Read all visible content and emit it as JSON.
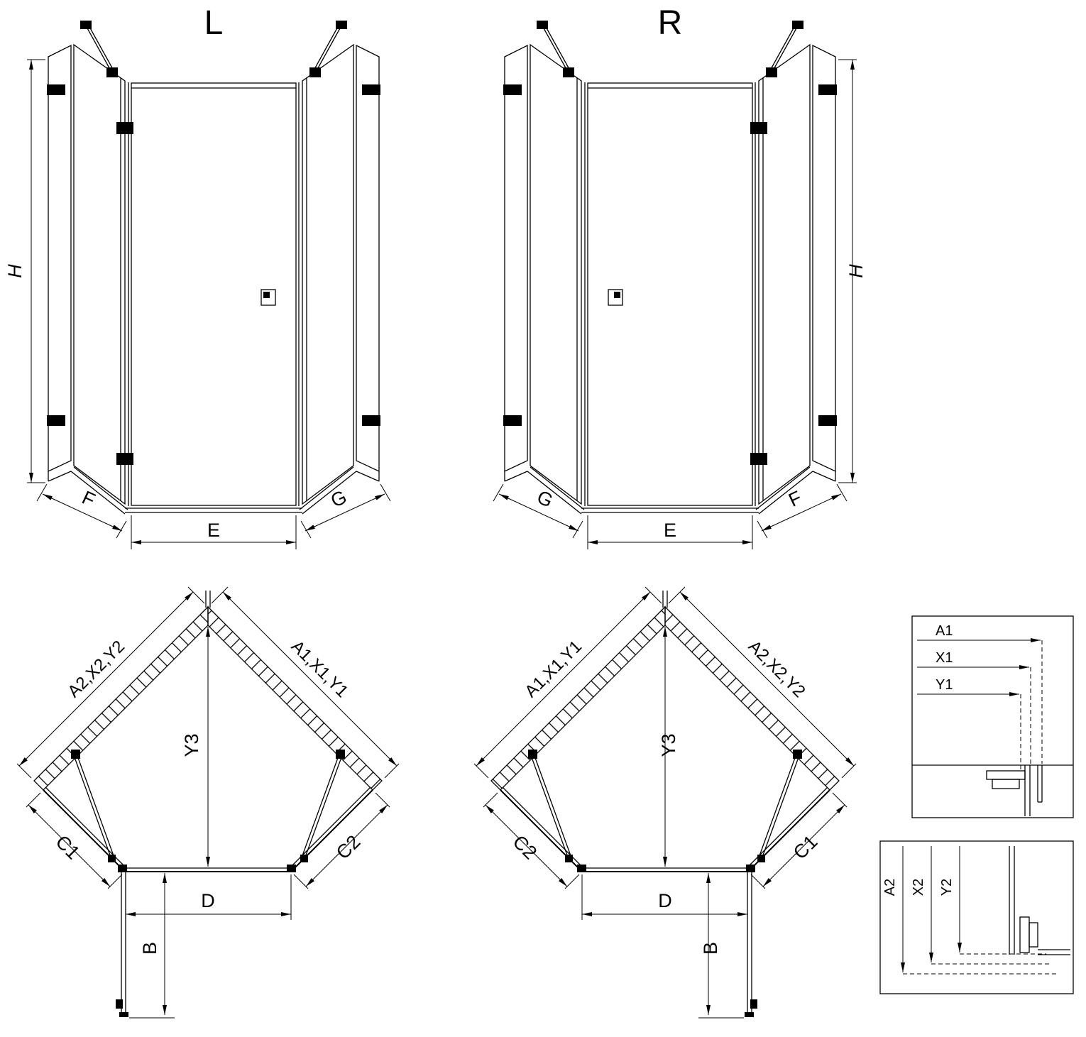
{
  "page": {
    "background_color": "#ffffff",
    "line_color": "#000000"
  },
  "views": {
    "left_3d": {
      "title": "L",
      "height_label": "H",
      "left_base_label": "F",
      "center_base_label": "E",
      "right_base_label": "G"
    },
    "right_3d": {
      "title": "R",
      "height_label": "H",
      "left_base_label": "G",
      "center_base_label": "E",
      "right_base_label": "F"
    },
    "left_plan": {
      "left_wall_label": "A2,X2,Y2",
      "right_wall_label": "A1,X1,Y1",
      "depth_label": "Y3",
      "left_glass_label": "C1",
      "right_glass_label": "C2",
      "door_width_label": "D",
      "door_swing_label": "B"
    },
    "right_plan": {
      "left_wall_label": "A1,X1,Y1",
      "right_wall_label": "A2,X2,Y2",
      "depth_label": "Y3",
      "left_glass_label": "C2",
      "right_glass_label": "C1",
      "door_width_label": "D",
      "door_swing_label": "B"
    },
    "detail_top": {
      "a1": "A1",
      "x1": "X1",
      "y1": "Y1"
    },
    "detail_bottom": {
      "a2": "A2",
      "x2": "X2",
      "y2": "Y2"
    }
  }
}
